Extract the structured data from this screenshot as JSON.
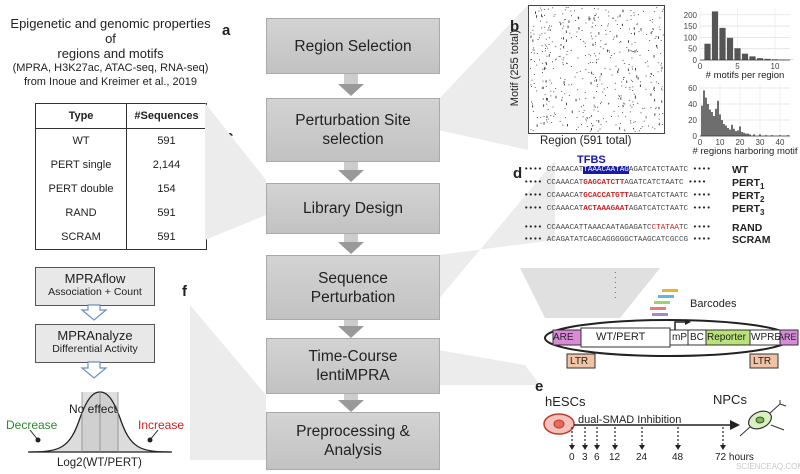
{
  "panels": {
    "a": "a",
    "b": "b",
    "c": "c",
    "d": "d",
    "e": "e",
    "f": "f"
  },
  "header_text": {
    "line1": "Epigenetic and genomic properties of",
    "line2": "regions and motifs",
    "line3": "(MPRA, H3K27ac, ATAC-seq, RNA-seq)",
    "line4": "from Inoue and Kreimer et al., 2019"
  },
  "flow_steps": [
    {
      "label_lines": [
        "Region Selection"
      ]
    },
    {
      "label_lines": [
        "Perturbation Site",
        "selection"
      ]
    },
    {
      "label_lines": [
        "Library Design"
      ]
    },
    {
      "label_lines": [
        "Sequence",
        "Perturbation"
      ]
    },
    {
      "label_lines": [
        "Time-Course",
        "lentiMPRA"
      ]
    },
    {
      "label_lines": [
        "Preprocessing &",
        "Analysis"
      ]
    }
  ],
  "library_table": {
    "headers": [
      "Type",
      "#Sequences"
    ],
    "rows": [
      [
        "WT",
        "591"
      ],
      [
        "PERT single",
        "2,144"
      ],
      [
        "PERT double",
        "154"
      ],
      [
        "RAND",
        "591"
      ],
      [
        "SCRAM",
        "591"
      ]
    ]
  },
  "panel_b": {
    "ylabel": "Motif (255 total)",
    "xlabel": "Region (591 total)"
  },
  "chart_data": [
    {
      "type": "bar",
      "xlabel": "# motifs per region",
      "ylabel": "",
      "xlim": [
        0,
        12
      ],
      "ylim": [
        0,
        230
      ],
      "yticks": [
        "0",
        "50",
        "100",
        "150",
        "200"
      ],
      "xticks": [
        "0",
        "5",
        "10"
      ],
      "categories": [
        1,
        2,
        3,
        4,
        5,
        6,
        7,
        8,
        9,
        10,
        11,
        12
      ],
      "values": [
        72,
        215,
        142,
        98,
        52,
        28,
        16,
        8,
        5,
        3,
        2,
        1
      ]
    },
    {
      "type": "bar",
      "xlabel": "# regions harboring motif",
      "ylabel": "",
      "xlim": [
        0,
        45
      ],
      "ylim": [
        0,
        65
      ],
      "yticks": [
        "0",
        "20",
        "40",
        "60"
      ],
      "xticks": [
        "0",
        "10",
        "20",
        "30",
        "40"
      ],
      "categories": [
        1,
        2,
        3,
        4,
        5,
        6,
        7,
        8,
        9,
        10,
        11,
        12,
        13,
        14,
        15,
        16,
        17,
        18,
        19,
        20,
        21,
        22,
        23,
        24,
        25,
        27,
        30,
        33,
        36,
        40,
        44
      ],
      "values": [
        38,
        57,
        48,
        40,
        33,
        30,
        25,
        34,
        44,
        27,
        20,
        15,
        13,
        10,
        8,
        14,
        9,
        6,
        7,
        12,
        5,
        4,
        3,
        3,
        2,
        2,
        2,
        1,
        1,
        1,
        1
      ]
    }
  ],
  "panel_d": {
    "tfbs_label": "TFBS",
    "sequences": [
      {
        "dots": "••••",
        "pre": "CCAAACAT",
        "mid": "TAAACAATAG",
        "post": "AGATCATCTAATC",
        "tail": "••••",
        "label": "WT",
        "sub": ""
      },
      {
        "dots": "••••",
        "pre": "CCAAACAT",
        "mid": "GAGCATCTT",
        "post": "AGATCATCTAATC",
        "tail": "••••",
        "label": "PERT",
        "sub": "1"
      },
      {
        "dots": "••••",
        "pre": "CCAAACAT",
        "mid": "GCACCATGTT",
        "post": "AGATCATCTAATC",
        "tail": "••••",
        "label": "PERT",
        "sub": "2"
      },
      {
        "dots": "••••",
        "pre": "CCAAACAT",
        "mid": "ACTAAAGAAT",
        "post": "AGATCATCTAATC",
        "tail": "••••",
        "label": "PERT",
        "sub": "3"
      },
      {
        "dots": "••••",
        "pre": "CCAAACATTAAACAATAGAGATC",
        "mid": "CTATAA",
        "post": "TC",
        "tail": "••••",
        "label": "RAND",
        "sub": ""
      },
      {
        "dots": "••••",
        "pre": "ACAGATATCAGCAGGGGGCTAAGCATCGCCG",
        "mid": "",
        "post": "",
        "tail": "••••",
        "label": "SCRAM",
        "sub": ""
      }
    ],
    "construct": {
      "are_left": "ARE",
      "wt_pert": "WT/PERT",
      "mp": "mP",
      "bc": "BC",
      "reporter": "Reporter",
      "wpre": "WPRE",
      "are_right": "ARE",
      "ltr_left": "LTR",
      "ltr_right": "LTR",
      "barcodes": "Barcodes"
    },
    "colors": {
      "are": "#d98ad9",
      "reporter": "#b9e27a",
      "ltr": "#f0c2a6",
      "tfbs_bg": "#1a1aa8",
      "pert": "#d21f1f"
    }
  },
  "panel_e": {
    "hescs": "hESCs",
    "npcs": "NPCs",
    "treatment": "dual-SMAD Inhibition",
    "timepoints": [
      "0",
      "3",
      "6",
      "12",
      "24",
      "48",
      "72 hours"
    ]
  },
  "panel_f": {
    "mpraflow_title": "MPRAflow",
    "mpraflow_sub": "Association + Count",
    "mpranalyze_title": "MPRAnalyze",
    "mpranalyze_sub": "Differential Activity",
    "no_effect": "No effect",
    "decrease": "Decrease",
    "increase": "Increase",
    "xlabel": "Log2(WT/PERT)",
    "colors": {
      "decrease": "#2a8a2a",
      "increase": "#d21f1f"
    }
  },
  "watermark": "SCIENCEAQ.COM"
}
